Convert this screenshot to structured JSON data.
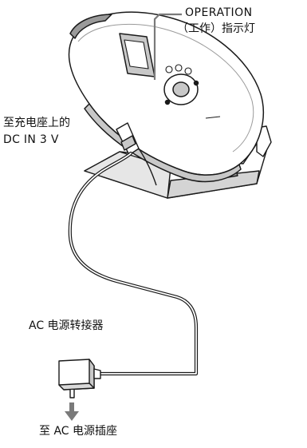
{
  "labels": {
    "operation_line1": "OPERATION",
    "operation_line2": "（工作）指示灯",
    "dc_in_line1": "至充电座上的",
    "dc_in_line2": "DC IN 3 V",
    "ac_adaptor": "AC 电源转接器",
    "to_outlet": "至 AC 电源插座"
  },
  "colors": {
    "line": "#1a1a1a",
    "device_fill": "#ffffff",
    "shade_light": "#c8c8c8",
    "shade_mid": "#9a9a9a",
    "arrow": "#7a7a7a"
  }
}
